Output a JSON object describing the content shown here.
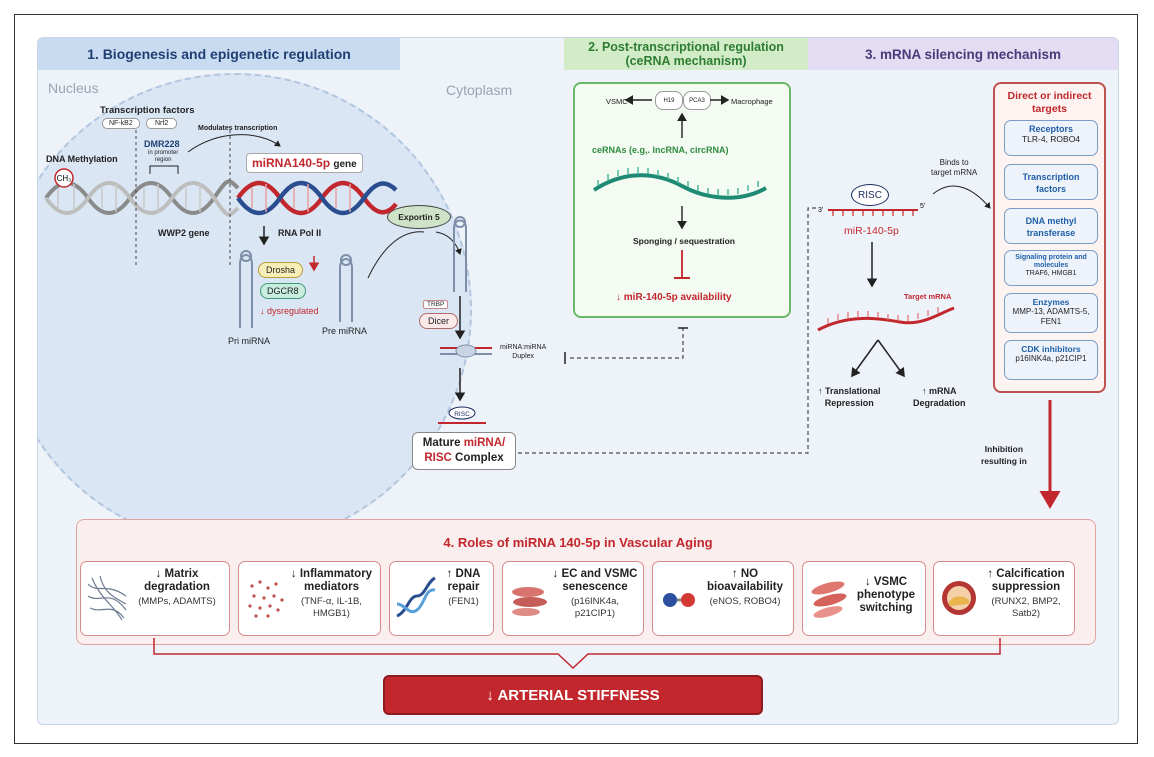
{
  "sections": {
    "s1": "1. Biogenesis and epigenetic regulation",
    "s2a": "2. Post-transcriptional regulation",
    "s2b": "(ceRNA mechanism)",
    "s3": "3. mRNA silencing mechanism",
    "s4": "4. Roles of miRNA 140-5p in Vascular Aging"
  },
  "panel1": {
    "nucleus": "Nucleus",
    "cytoplasm": "Cytoplasm",
    "tf_title": "Transcription factors",
    "tf1": "NF-kB2",
    "tf2": "Nrf2",
    "modulates": "Modulates transcription",
    "dmr": "DMR228",
    "dmr_sub1": "in promoter",
    "dmr_sub2": "region",
    "methylation": "DNA Methylation",
    "ch3": "CH₃",
    "gene_red": "miRNA140-5p",
    "gene_suffix": "gene",
    "wwp2": "WWP2 gene",
    "rnapol": "RNA Pol II",
    "drosha": "Drosha",
    "dgcr8": "DGCR8",
    "dysreg": "↓ dysregulated",
    "pri": "Pri miRNA",
    "pre": "Pre miRNA",
    "exportin": "Exportin 5",
    "trbp": "TRBP",
    "dicer": "Dicer",
    "duplex1": "miRNA:miRNA",
    "duplex2": "Duplex",
    "risc_small": "RISC",
    "mature1": "Mature",
    "mature1_red": "miRNA/",
    "mature2_red": "RISC",
    "mature2": "Complex"
  },
  "panel2": {
    "vsmc": "VSMC",
    "h19": "H19",
    "pca3": "PCA3",
    "macrophage": "Macrophage",
    "cernas": "ceRNAs (e.g,. lncRNA, circRNA)",
    "sponging": "Sponging / sequestration",
    "availability": "↓ miR-140-5p availability"
  },
  "panel3": {
    "risc": "RISC",
    "mir": "miR-140-5p",
    "binds1": "Binds to",
    "binds2": "target mRNA",
    "target_mrna": "Target mRNA",
    "trans1": "↑ Translational",
    "trans2": "Repression",
    "deg1": "↑ mRNA",
    "deg2": "Degradation",
    "inhibition1": "Inhibition",
    "inhibition2": "resulting in",
    "targets_title1": "Direct or indirect",
    "targets_title2": "targets",
    "targets": [
      {
        "h": "Receptors",
        "s": "TLR-4, ROBO4"
      },
      {
        "h": "Transcription factors",
        "s": ""
      },
      {
        "h": "DNA methyl transferase",
        "s": ""
      },
      {
        "h": "Signaling protein and molecules",
        "s": "TRAF6, HMGB1"
      },
      {
        "h": "Enzymes",
        "s": "MMP-13, ADAMTS-5, FEN1"
      },
      {
        "h": "CDK inhibitors",
        "s": "p16INK4a, p21CIP1"
      }
    ]
  },
  "roles": [
    {
      "h": "↓ Matrix degradation",
      "s": "(MMPs, ADAMTS)",
      "icon": "matrix-fibers-icon"
    },
    {
      "h": "↓ Inflammatory mediators",
      "s": "(TNF-α, IL-1B, HMGB1)",
      "icon": "inflammatory-dots-icon"
    },
    {
      "h": "↑ DNA repair",
      "s": "(FEN1)",
      "icon": "dna-helix-icon"
    },
    {
      "h": "↓ EC and VSMC senescence",
      "s": "(p16INK4a, p21CIP1)",
      "icon": "senescent-cells-icon"
    },
    {
      "h": "↑ NO bioavailability",
      "s": "(eNOS, ROBO4)",
      "icon": "no-molecule-icon"
    },
    {
      "h": "↓ VSMC phenotype switching",
      "s": "",
      "icon": "vsmc-cells-icon"
    },
    {
      "h": "↑ Calcification suppression",
      "s": "(RUNX2, BMP2, Satb2)",
      "icon": "calcified-vessel-icon"
    }
  ],
  "outcome": "↓ ARTERIAL STIFFNESS",
  "colors": {
    "red": "#c2272d",
    "blue": "#1f5fa8",
    "green": "#2e8b3e",
    "navy": "#1a2b5e"
  }
}
